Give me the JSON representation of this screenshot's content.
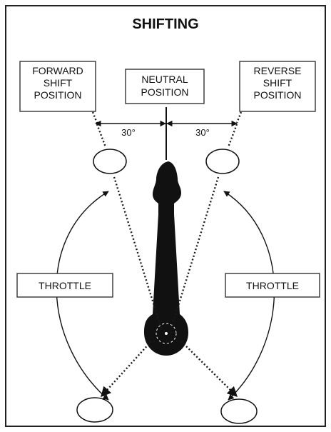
{
  "title": "SHIFTING",
  "labels": {
    "forward": [
      "FORWARD",
      "SHIFT",
      "POSITION"
    ],
    "neutral": [
      "NEUTRAL",
      "POSITION"
    ],
    "reverse": [
      "REVERSE",
      "SHIFT",
      "POSITION"
    ],
    "throttle_left": "THROTTLE",
    "throttle_right": "THROTTLE"
  },
  "angles": {
    "left": "30°",
    "right": "30°"
  },
  "colors": {
    "line": "#111111",
    "frame": "#222222",
    "lever": "#111111",
    "background": "#ffffff"
  }
}
